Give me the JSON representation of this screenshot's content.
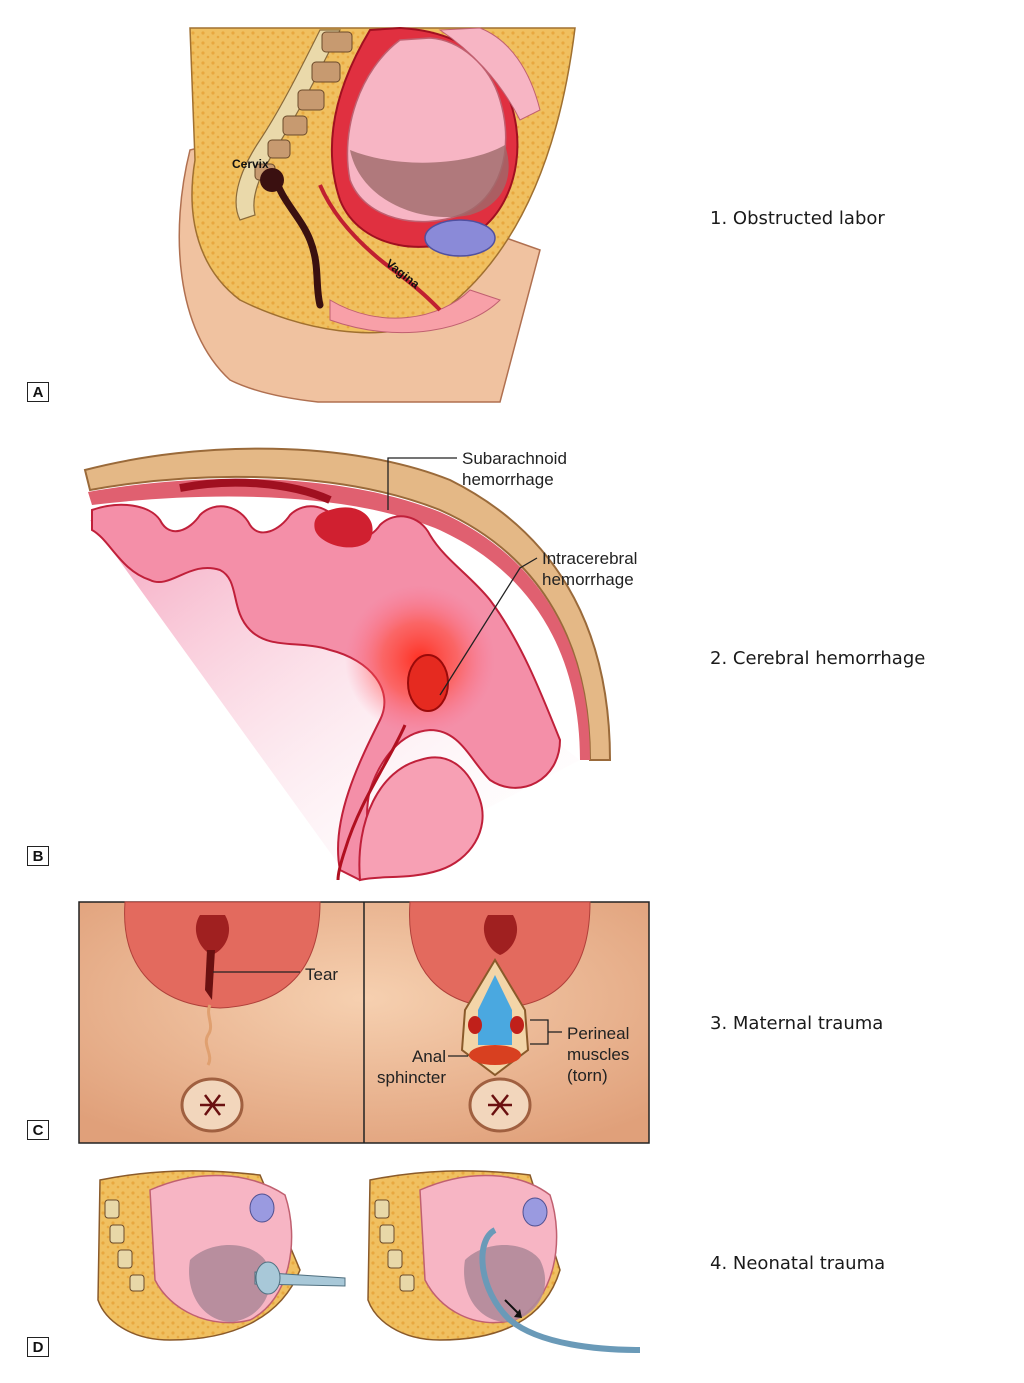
{
  "panels": [
    {
      "letter": "A",
      "caption": "1. Obstructed labor"
    },
    {
      "letter": "B",
      "caption": "2. Cerebral hemorrhage"
    },
    {
      "letter": "C",
      "caption": "3. Maternal trauma"
    },
    {
      "letter": "D",
      "caption": "4. Neonatal trauma"
    }
  ],
  "labels": {
    "cervix": "Cervix",
    "vagina": "Vagina",
    "subarachnoid_1": "Subarachnoid",
    "subarachnoid_2": "hemorrhage",
    "intracerebral_1": "Intracerebral",
    "intracerebral_2": "hemorrhage",
    "tear": "Tear",
    "anal_1": "Anal",
    "anal_2": "sphincter",
    "perineal_1": "Perineal",
    "perineal_2": "muscles",
    "perineal_3": "(torn)"
  },
  "colors": {
    "skin": "#f2c29a",
    "fat": "#f0c060",
    "tissue_red": "#d9423a",
    "brain_pink": "#f48fa8",
    "bone": "#e8d8a8"
  }
}
